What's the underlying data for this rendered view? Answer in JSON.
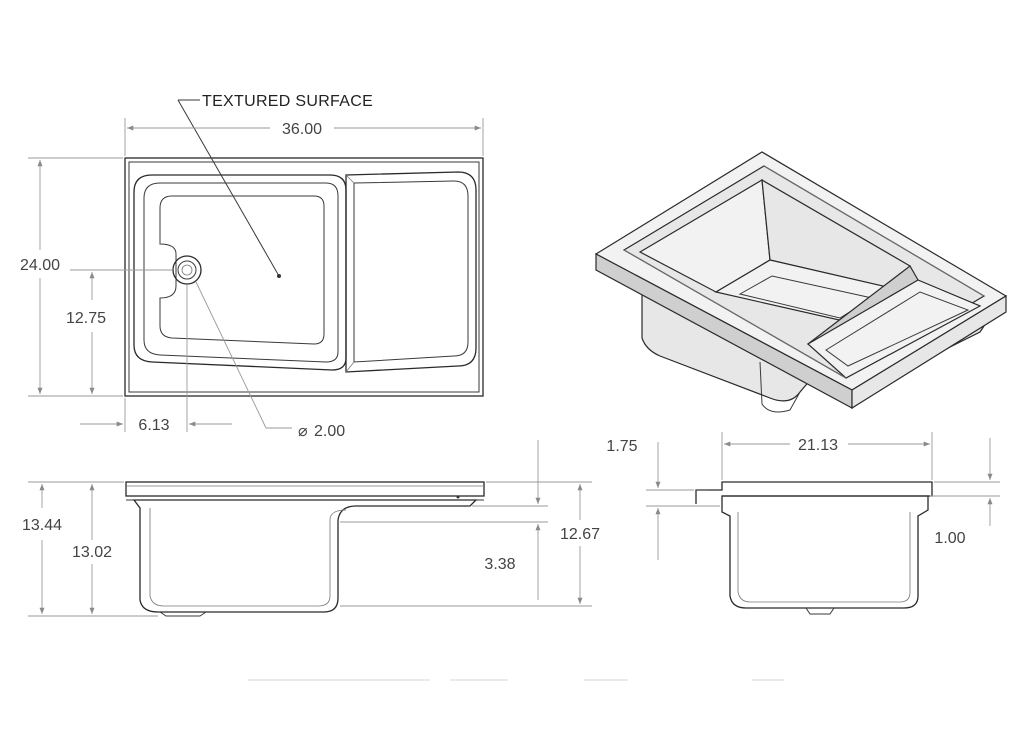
{
  "note": {
    "textured_surface": "TEXTURED SURFACE"
  },
  "dimensions": {
    "overall_width": "36.00",
    "overall_depth": "24.00",
    "drain_offset_y": "12.75",
    "drain_offset_x": "6.13",
    "drain_diameter": "2.00",
    "diameter_symbol": "⌀",
    "front_height_total": "13.44",
    "front_height_basin": "13.02",
    "front_height_right": "12.67",
    "front_step": "3.38",
    "side_width": "21.13",
    "side_flange": "1.75",
    "side_lip": "1.00"
  }
}
